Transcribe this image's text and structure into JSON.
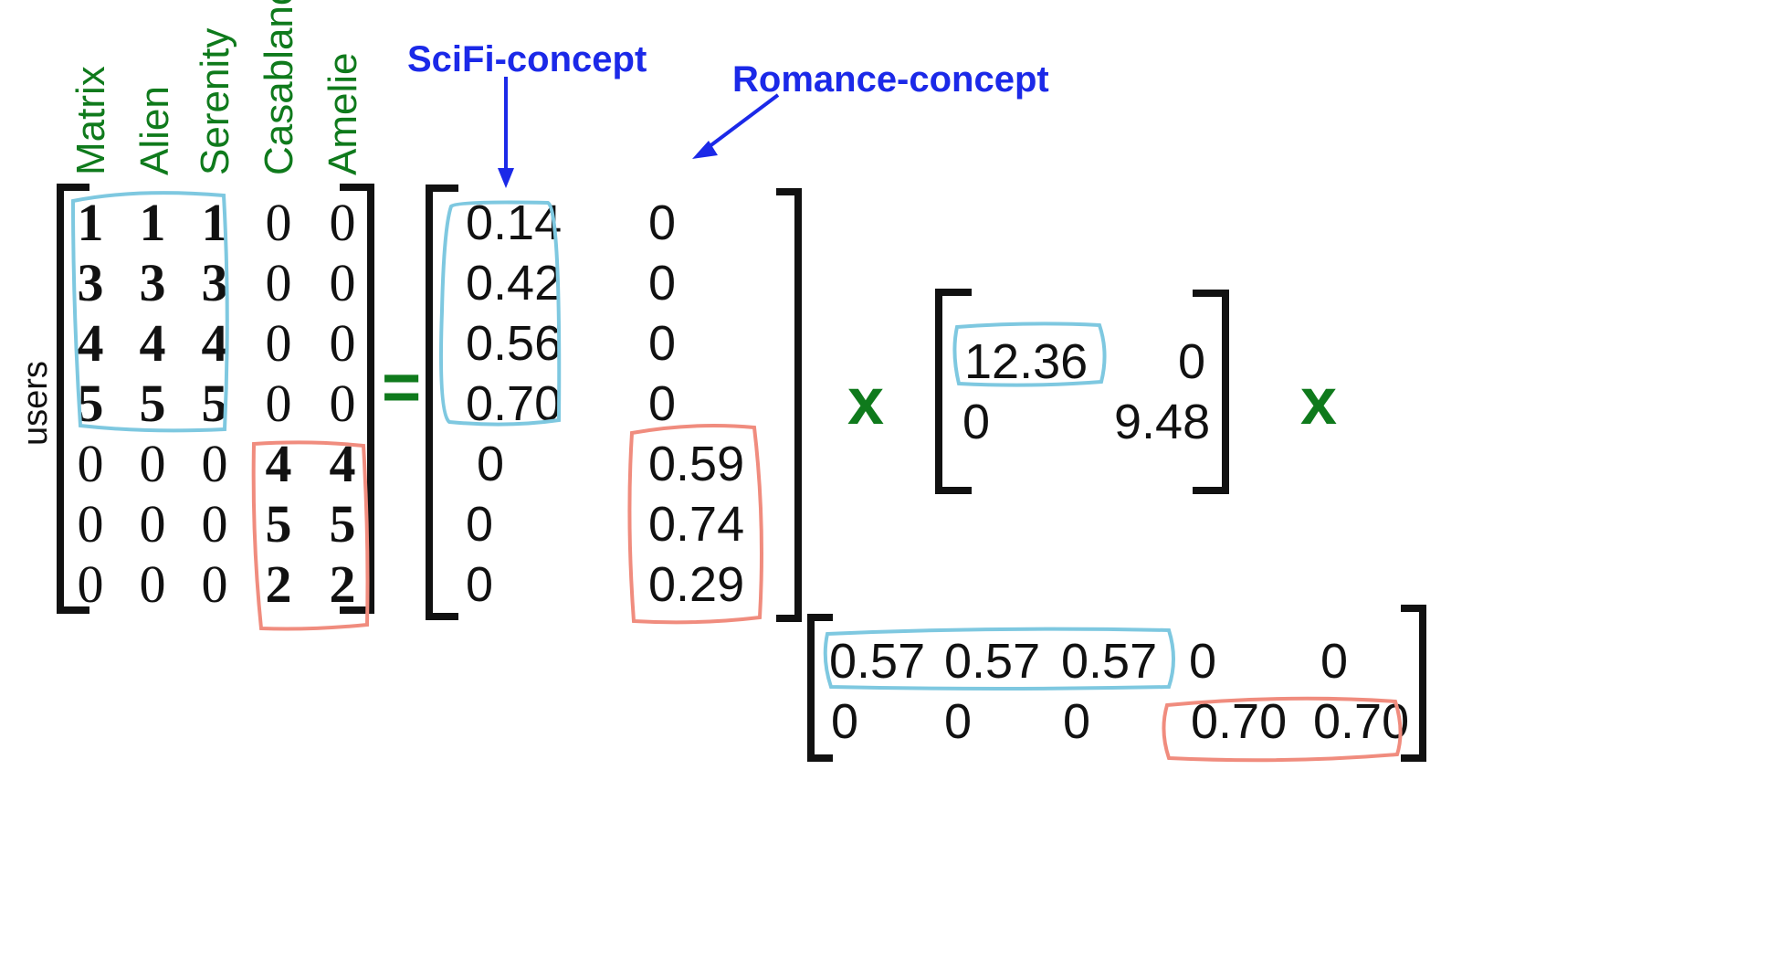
{
  "movies": [
    "Matrix",
    "Alien",
    "Serenity",
    "Casablanca",
    "Amelie"
  ],
  "row_label": "users",
  "concept_labels": {
    "scifi": "SciFi-concept",
    "romance": "Romance-concept"
  },
  "operators": {
    "equals": "=",
    "times": "x"
  },
  "ratings": [
    [
      1,
      1,
      1,
      0,
      0
    ],
    [
      3,
      3,
      3,
      0,
      0
    ],
    [
      4,
      4,
      4,
      0,
      0
    ],
    [
      5,
      5,
      5,
      0,
      0
    ],
    [
      0,
      0,
      0,
      4,
      4
    ],
    [
      0,
      0,
      0,
      5,
      5
    ],
    [
      0,
      0,
      0,
      2,
      2
    ]
  ],
  "U": [
    [
      "0.14",
      "0"
    ],
    [
      "0.42",
      "0"
    ],
    [
      "0.56",
      "0"
    ],
    [
      "0.70",
      "0"
    ],
    [
      "0",
      "0.59"
    ],
    [
      "0",
      "0.74"
    ],
    [
      "0",
      "0.29"
    ]
  ],
  "Sigma": [
    [
      "12.36",
      "0"
    ],
    [
      "0",
      "9.48"
    ]
  ],
  "VT": [
    [
      "0.57",
      "0.57",
      "0.57",
      "0",
      "0"
    ],
    [
      "0",
      "0",
      "0",
      "0.70",
      "0.70"
    ]
  ],
  "highlight_colors": {
    "scifi": "#7ec8e0",
    "romance": "#f08c7e"
  },
  "colors": {
    "movie_labels": "#0f7a1c",
    "concept_labels": "#1b29e8",
    "operators": "#0f7a1c"
  }
}
